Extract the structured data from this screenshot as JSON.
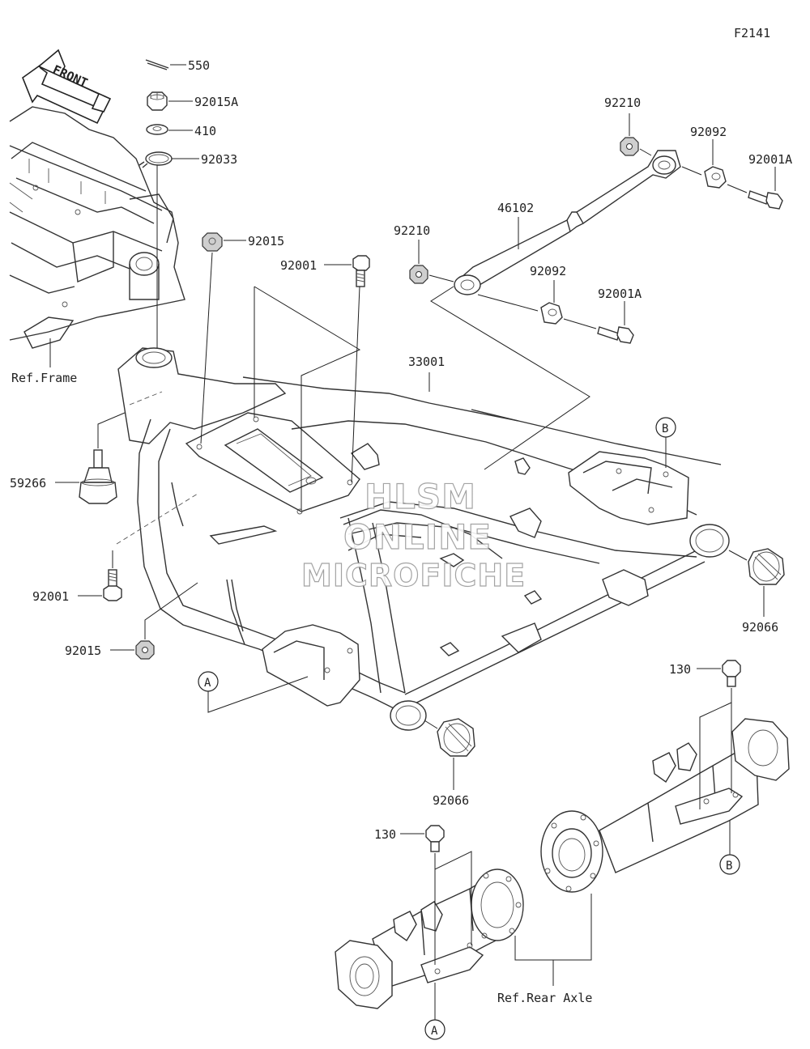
{
  "figure_code": "F2141",
  "front_label": "FRONT",
  "parts": {
    "p550": "550",
    "p92015A": "92015A",
    "p410": "410",
    "p92033": "92033",
    "p92015_top": "92015",
    "p92001_top": "92001",
    "p92210_a": "92210",
    "p92092_a": "92092",
    "p92001A_a": "92001A",
    "p46102": "46102",
    "p92210_b": "92210",
    "p92092_b": "92092",
    "p92001A_b": "92001A",
    "p33001": "33001",
    "p59266": "59266",
    "p92001_left": "92001",
    "p92015_left": "92015",
    "p92066_right": "92066",
    "p92066_bottom": "92066",
    "p130_right": "130",
    "p130_left": "130"
  },
  "refs": {
    "frame": "Ref.Frame",
    "rear_axle": "Ref.Rear Axle"
  },
  "markers": {
    "a_upper": "A",
    "a_lower": "A",
    "b_upper": "B",
    "b_lower": "B"
  },
  "watermark": {
    "line1": "HLSM",
    "line2": "ONLINE",
    "line3": "MICROFICHE"
  }
}
